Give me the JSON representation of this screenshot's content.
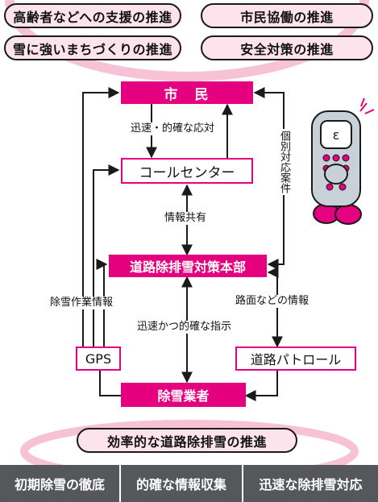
{
  "top_goals": [
    "高齢者などへの支援の推進",
    "市民協働の推進",
    "雪に強いまちづくりの推進",
    "安全対策の推進"
  ],
  "nodes": {
    "citizens": "市　民",
    "call_center": "コールセンター",
    "hq": "道路除排雪対策本部",
    "gps": "GPS",
    "patrol": "道路パトロール",
    "contractors": "除雪業者"
  },
  "flow_labels": {
    "quick_response": "迅速・的確な応対",
    "info_sharing": "情報共有",
    "individual_cases": "個別対応案件",
    "snow_work_info": "除雪作業情報",
    "road_info": "路面などの情報",
    "quick_instructions": "迅速かつ的確な指示"
  },
  "bottom_goal": "効率的な道路除排雪の推進",
  "policies": [
    "初期除雪の徹底",
    "的確な情報収集",
    "迅速な除排雪対応"
  ],
  "colors": {
    "magenta": "#e4007f",
    "pill_fill": "#fde3ec",
    "ring": "#f7c2d6",
    "bar": "#55575b",
    "mascot": "#c9d1d8"
  }
}
